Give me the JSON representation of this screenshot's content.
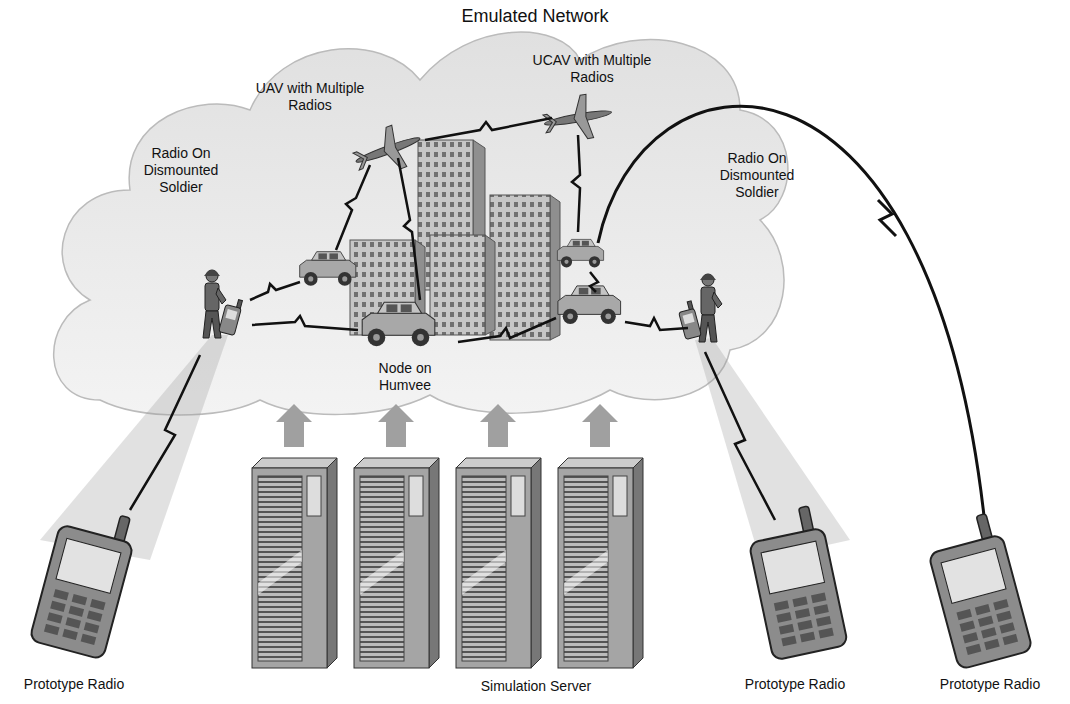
{
  "diagram": {
    "title": "Emulated Network",
    "labels": [
      "UAV with Multiple Radios",
      "UCAV with Multiple Radios",
      "Radio On Dismounted Soldier",
      "Node on Humvee",
      "Radio On Dismounted Soldier",
      "Prototype Radio",
      "Simulation Server",
      "Prototype Radio",
      "Prototype Radio"
    ]
  }
}
